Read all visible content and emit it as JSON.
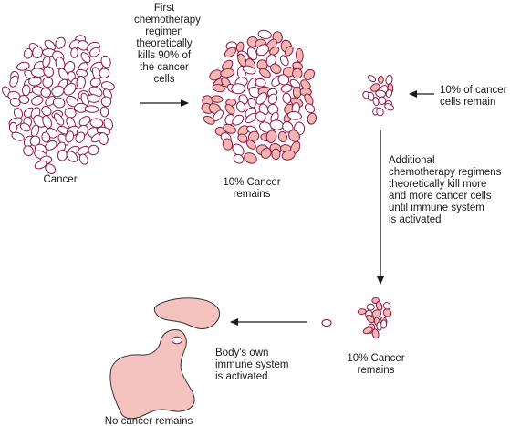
{
  "colors": {
    "cell_outline": "#8b1a4a",
    "cell_fill": "#ffffff",
    "dead_cell_fill": "#f2b8b0",
    "immune_fill": "#f4c2bf",
    "arrow": "#1a1a1a",
    "text": "#1a1a1a"
  },
  "labels": {
    "step1_caption": [
      "First",
      "chemotherapy",
      "regimen",
      "theoretically",
      "kills 90% of",
      "the cancer",
      "cells"
    ],
    "cancer": "Cancer",
    "remains_1": [
      "10% Cancer",
      "remains"
    ],
    "remain_note": "10% of cancer\ncells remain",
    "remain_note_lines": [
      "10% of cancer",
      "cells remain"
    ],
    "additional": [
      "Additional",
      "chemotherapy regimens",
      "theoretically kill more",
      "and more cancer cells",
      "until immune system",
      "is activated"
    ],
    "remains_2": [
      "10% Cancer",
      "remains"
    ],
    "immune": [
      "Body's own",
      "immune system",
      "is activated"
    ],
    "no_cancer": "No cancer remains"
  }
}
